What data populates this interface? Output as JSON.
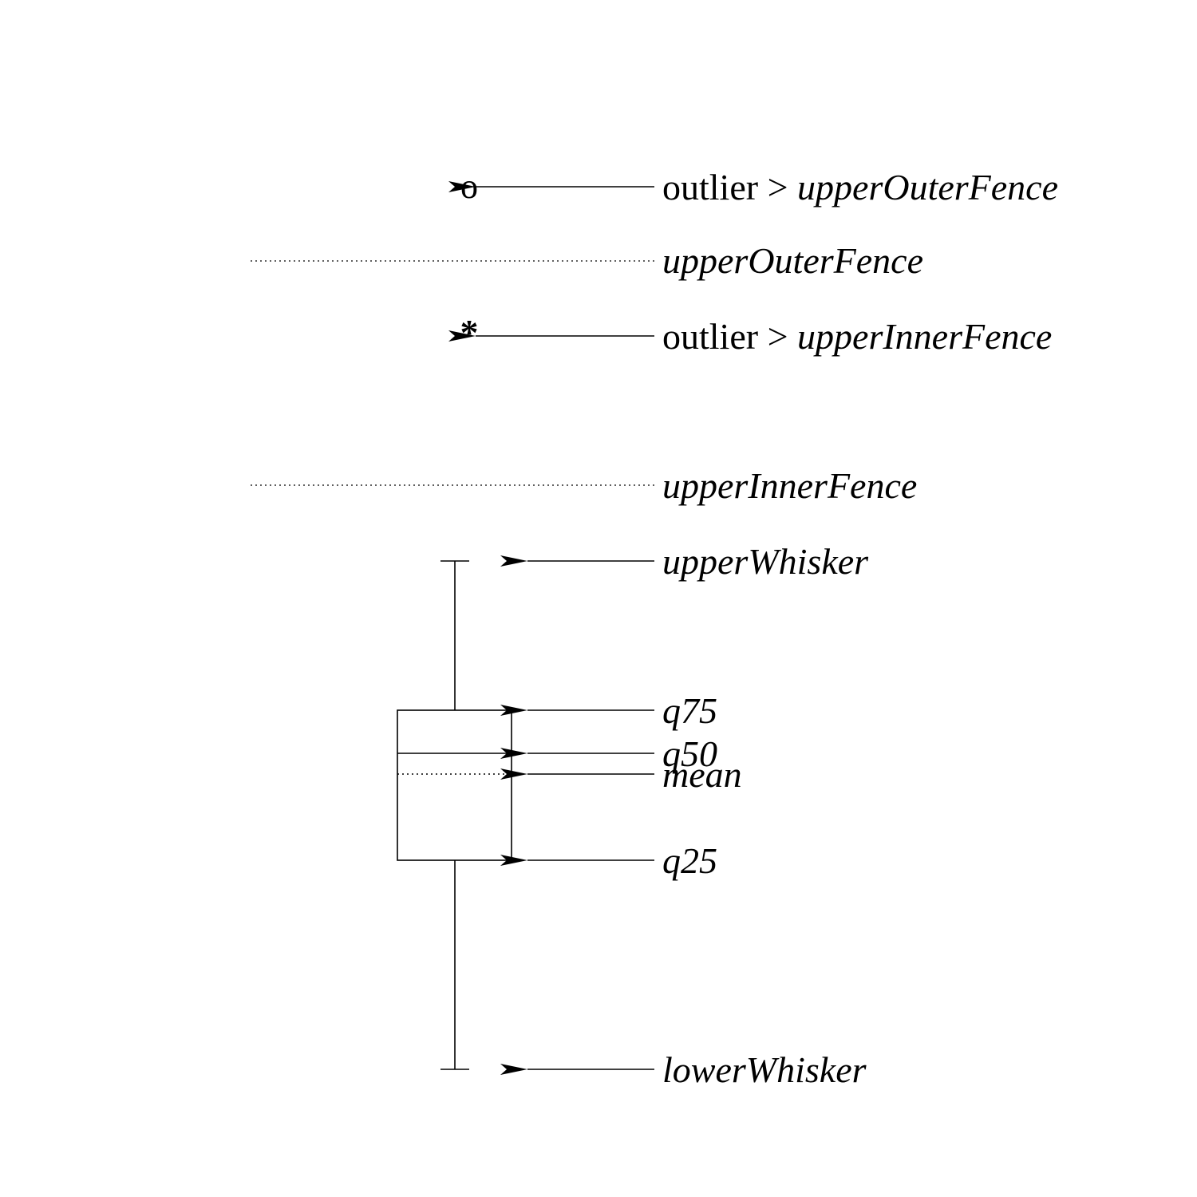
{
  "colors": {
    "ink": "#000000",
    "background": "#ffffff"
  },
  "symbols": {
    "outer_outlier": "o",
    "inner_outlier": "*"
  },
  "labels": {
    "outer_outlier": {
      "prefix": "outlier > ",
      "term": "upperOuterFence"
    },
    "upper_outer_fence": "upperOuterFence",
    "inner_outlier": {
      "prefix": "outlier > ",
      "term": "upperInnerFence"
    },
    "upper_inner_fence": "upperInnerFence",
    "upper_whisker": "upperWhisker",
    "q75": "q75",
    "q50": "q50",
    "mean": "mean",
    "q25": "q25",
    "lower_whisker": "lowerWhisker"
  }
}
